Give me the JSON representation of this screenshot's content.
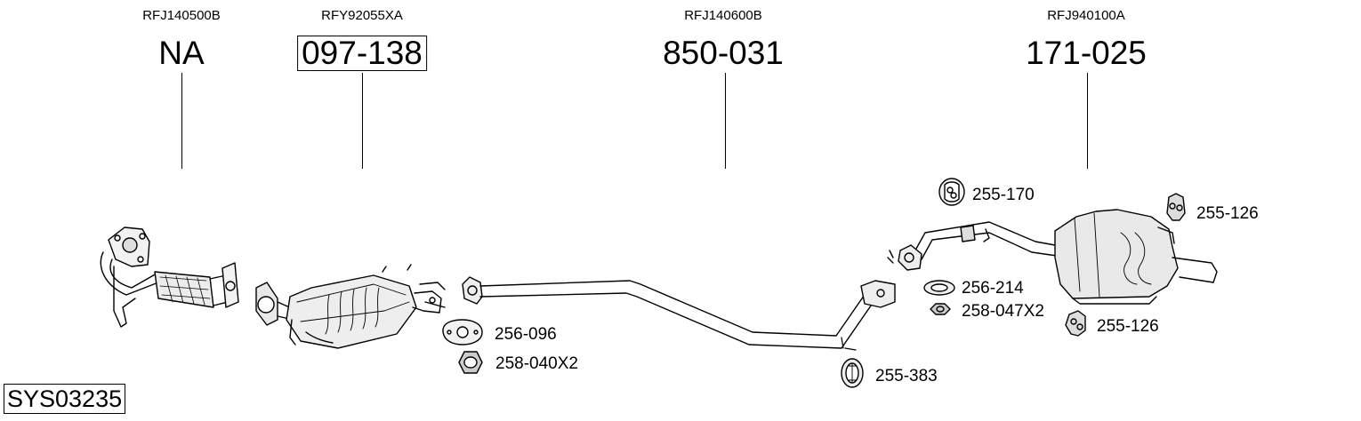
{
  "system_code": "SYS03235",
  "assemblies": [
    {
      "ref": "RFJ140500B",
      "part_number": "NA",
      "boxed": false
    },
    {
      "ref": "RFY92055XA",
      "part_number": "097-138",
      "boxed": true
    },
    {
      "ref": "RFJ140600B",
      "part_number": "850-031",
      "boxed": false
    },
    {
      "ref": "RFJ940100A",
      "part_number": "171-025",
      "boxed": false
    }
  ],
  "fittings": [
    {
      "label": "255-170",
      "icon": "hanger-icon"
    },
    {
      "label": "255-126",
      "icon": "hanger-icon"
    },
    {
      "label": "256-214",
      "icon": "ring-gasket-icon"
    },
    {
      "label": "258-047X2",
      "icon": "nut-icon"
    },
    {
      "label": "255-126",
      "icon": "hanger-icon"
    },
    {
      "label": "256-096",
      "icon": "flange-gasket-icon"
    },
    {
      "label": "258-040X2",
      "icon": "nut-icon"
    },
    {
      "label": "255-383",
      "icon": "rubber-mount-icon"
    }
  ]
}
